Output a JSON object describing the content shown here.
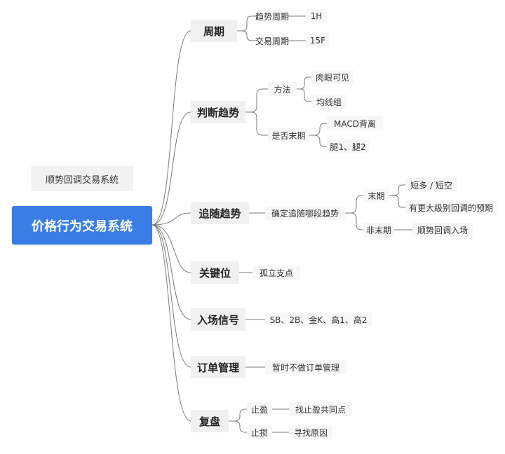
{
  "side_note": "顺势回调交易系统",
  "root": "价格行为交易系统",
  "branches": [
    {
      "label": "周期",
      "children": [
        {
          "label": "趋势周期",
          "children": [
            {
              "label": "1H"
            }
          ]
        },
        {
          "label": "交易周期",
          "children": [
            {
              "label": "15F"
            }
          ]
        }
      ]
    },
    {
      "label": "判断趋势",
      "children": [
        {
          "label": "方法",
          "children": [
            {
              "label": "肉眼可见"
            },
            {
              "label": "均线组"
            }
          ]
        },
        {
          "label": "是否末期",
          "children": [
            {
              "label": "MACD背离"
            },
            {
              "label": "腿1、腿2"
            }
          ]
        }
      ]
    },
    {
      "label": "追随趋势",
      "children": [
        {
          "label": "确定追随哪段趋势",
          "children": [
            {
              "label": "末期",
              "children": [
                {
                  "label": "短多 / 短空"
                },
                {
                  "label": "有更大级别回调的预期"
                }
              ]
            },
            {
              "label": "非末期",
              "children": [
                {
                  "label": "顺势回调入场"
                }
              ]
            }
          ]
        }
      ]
    },
    {
      "label": "关键位",
      "children": [
        {
          "label": "孤立支点"
        }
      ]
    },
    {
      "label": "入场信号",
      "children": [
        {
          "label": "SB、2B、金K、高1、高2"
        }
      ]
    },
    {
      "label": "订单管理",
      "children": [
        {
          "label": "暂时不做订单管理"
        }
      ]
    },
    {
      "label": "复盘",
      "children": [
        {
          "label": "止盈",
          "children": [
            {
              "label": "找止盈共同点"
            }
          ]
        },
        {
          "label": "止损",
          "children": [
            {
              "label": "寻找原因"
            }
          ]
        }
      ]
    }
  ]
}
